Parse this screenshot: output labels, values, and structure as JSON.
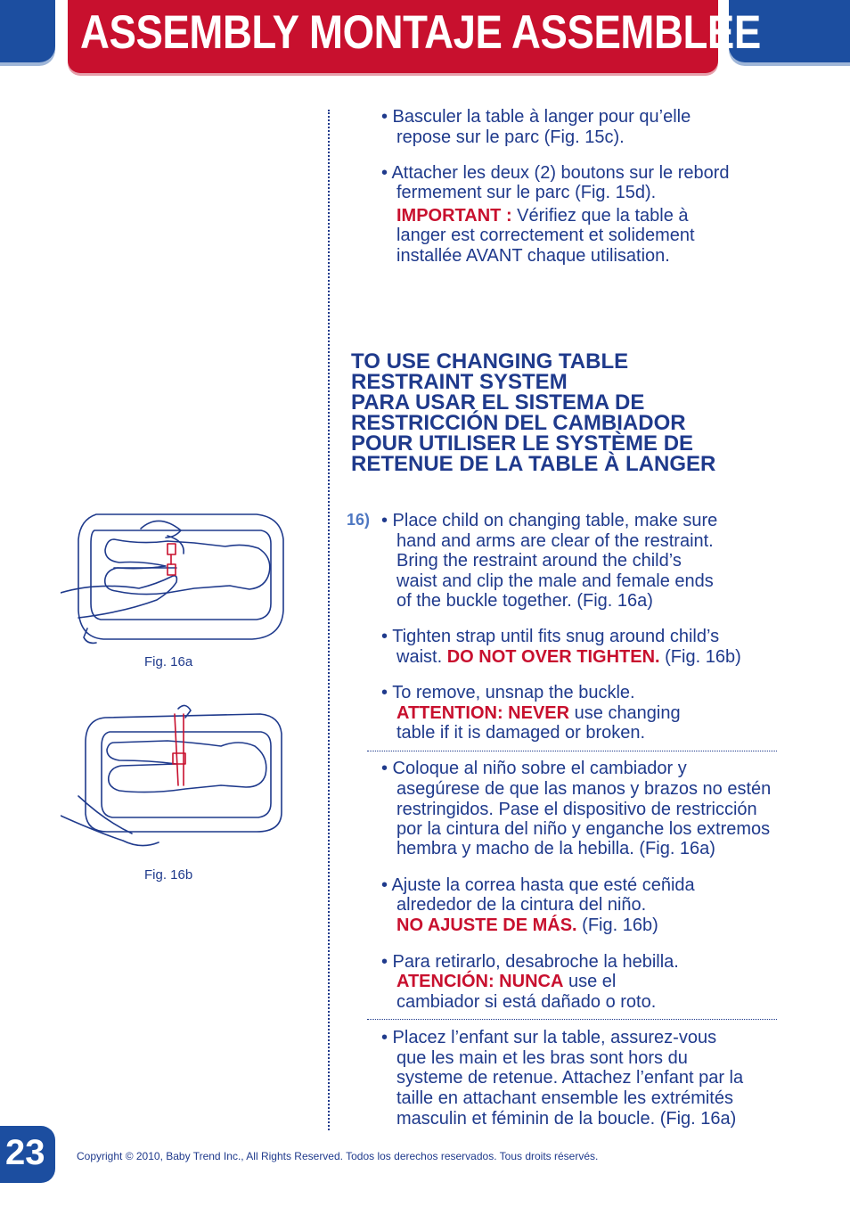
{
  "header": {
    "title": "ASSEMBLY MONTAJE ASSEMBLEE"
  },
  "fr_top": {
    "b1_l1": "• Basculer la table à langer pour qu’elle",
    "b1_l2": "repose sur le parc (Fig. 15c).",
    "b2_l1": "• Attacher les deux (2) boutons sur le rebord",
    "b2_l2": "fermement sur le parc (Fig. 15d).",
    "important_label": "IMPORTANT :",
    "important_l1": " Vérifiez que la table à",
    "important_l2": "langer est correctement et solidement",
    "important_l3": "installée AVANT chaque utilisation."
  },
  "heading": {
    "l1": "TO USE CHANGING TABLE",
    "l2": "RESTRAINT SYSTEM",
    "l3": "PARA USAR EL SISTEMA DE",
    "l4": "RESTRICCIÓN DEL CAMBIADOR",
    "l5": "POUR UTILISER LE SYSTÈME DE",
    "l6": "RETENUE DE LA TABLE À LANGER"
  },
  "step": "16)",
  "en": {
    "b1_l1": "• Place child on changing table, make sure",
    "b1_l2": "hand and arms are clear of the restraint.",
    "b1_l3": "Bring the restraint around the child’s",
    "b1_l4": "waist and clip the male and female ends",
    "b1_l5": "of the buckle together. (Fig. 16a)",
    "b2_l1": "• Tighten strap until fits snug around child’s",
    "b2_l2a": "waist. ",
    "b2_l2_red": "DO NOT OVER TIGHTEN.",
    "b2_l2b": " (Fig. 16b)",
    "b3_l1": "• To remove, unsnap the buckle.",
    "b3_red": "ATTENTION: NEVER",
    "b3_l2b": " use changing",
    "b3_l3": "table if it is damaged or broken."
  },
  "es": {
    "b1_l1": "• Coloque al niño sobre el cambiador y",
    "b1_l2": "asegúrese de que las manos y brazos no estén",
    "b1_l3": "restringidos.  Pase el dispositivo de restricción",
    "b1_l4": "por la cintura del niño y enganche los extremos",
    "b1_l5": "hembra y macho de la hebilla.  (Fig. 16a)",
    "b2_l1": "• Ajuste la correa hasta que esté ceñida",
    "b2_l2": "alrededor de la cintura del niño.",
    "b2_red": "NO AJUSTE DE MÁS.",
    "b2_l3b": " (Fig. 16b)",
    "b3_l1": "• Para retirarlo, desabroche la hebilla.",
    "b3_red": "ATENCIÓN: NUNCA",
    "b3_l2b": " use el",
    "b3_l3": "cambiador si está dañado o roto."
  },
  "fr_bottom": {
    "b1_l1": "• Placez l’enfant sur la table, assurez-vous",
    "b1_l2": "que les main et les bras sont hors du",
    "b1_l3": "systeme de retenue. Attachez l’enfant par la",
    "b1_l4": "taille en attachant ensemble les extrémités",
    "b1_l5": "masculin et féminin de la boucle. (Fig. 16a)"
  },
  "figures": {
    "fig16a": "Fig. 16a",
    "fig16b": "Fig. 16b"
  },
  "footer": {
    "page_number": "23",
    "copyright": "Copyright © 2010, Baby Trend Inc., All Rights Reserved. Todos los derechos reservados. Tous droits réservés."
  },
  "colors": {
    "blue": "#1c4ea0",
    "red": "#c8102e",
    "text": "#1f3a8c"
  }
}
